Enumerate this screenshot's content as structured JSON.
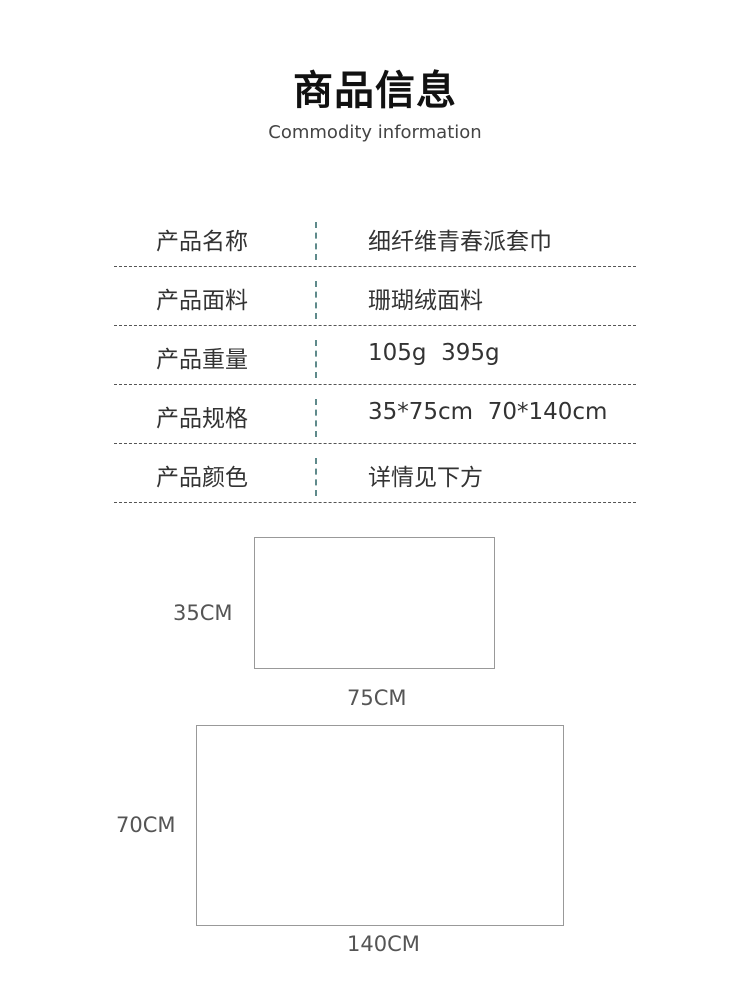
{
  "header": {
    "title": "商品信息",
    "subtitle": "Commodity information"
  },
  "specs": [
    {
      "label": "产品名称",
      "value": "细纤维青春派套巾"
    },
    {
      "label": "产品面料",
      "value": "珊瑚绒面料"
    },
    {
      "label": "产品重量",
      "value": "105g  395g"
    },
    {
      "label": "产品规格",
      "value": "35*75cm  70*140cm"
    },
    {
      "label": "产品颜色",
      "value": "详情见下方"
    }
  ],
  "sizes": {
    "small": {
      "height_label": "35CM",
      "width_label": "75CM"
    },
    "large": {
      "height_label": "70CM",
      "width_label": "140CM"
    }
  },
  "colors": {
    "divider": "#5f8a8b",
    "box_border": "#999999",
    "text": "#333333"
  }
}
